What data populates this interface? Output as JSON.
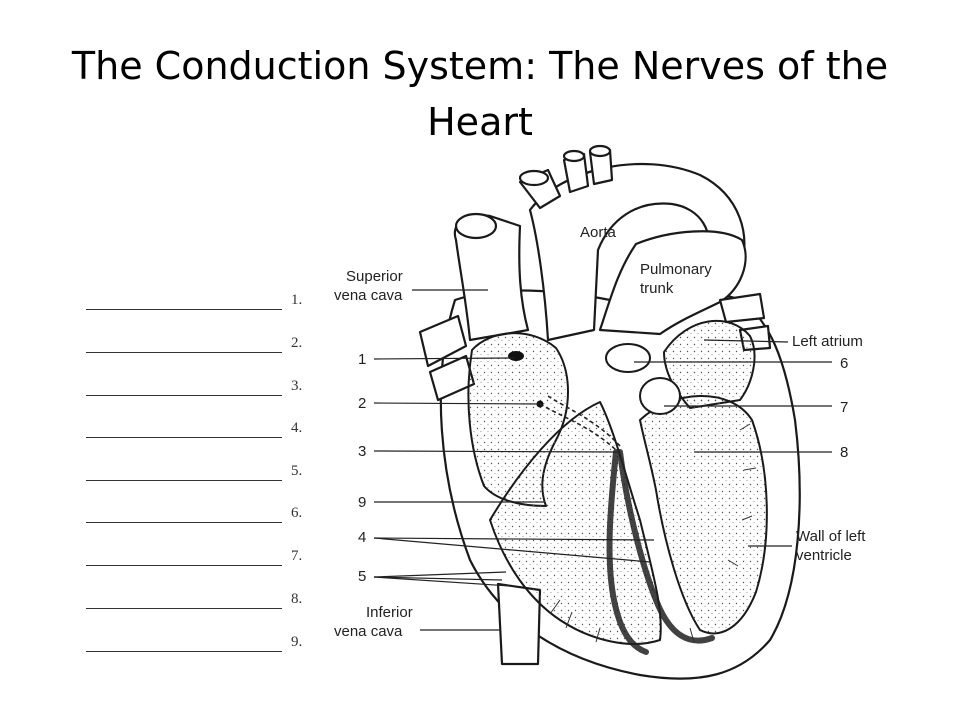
{
  "title": "The Conduction System:  The Nerves of the Heart",
  "blanks": [
    "1.",
    "2.",
    "3.",
    "4.",
    "5.",
    "6.",
    "7.",
    "8.",
    "9."
  ],
  "labels": {
    "aorta": "Aorta",
    "pulmonary_trunk": [
      "Pulmonary",
      "trunk"
    ],
    "superior_vena_cava": [
      "Superior",
      "vena cava"
    ],
    "inferior_vena_cava": [
      "Inferior",
      "vena cava"
    ],
    "left_atrium": "Left atrium",
    "wall_left_ventricle": [
      "Wall of left",
      "ventricle"
    ]
  },
  "callouts_left": [
    "1",
    "2",
    "3",
    "9",
    "4",
    "5"
  ],
  "callouts_right": [
    "6",
    "7",
    "8"
  ]
}
